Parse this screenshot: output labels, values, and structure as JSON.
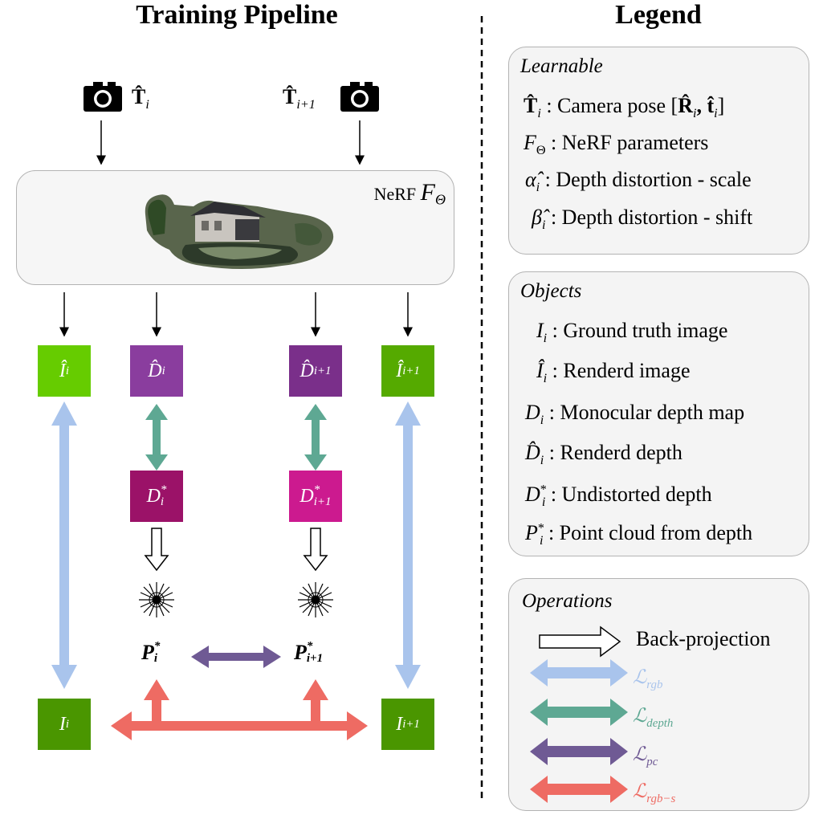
{
  "titles": {
    "pipeline": "Training Pipeline",
    "legend": "Legend"
  },
  "pipeline": {
    "camera_left": "T̂",
    "camera_left_sub": "i",
    "camera_right": "T̂",
    "camera_right_sub": "i+1",
    "nerf_label": "NeRF",
    "nerf_symbol": "F",
    "nerf_symbol_sub": "Θ",
    "nodes": {
      "I_hat_i": {
        "main": "Î",
        "sub": "i",
        "sup": "",
        "color": "#66cc00"
      },
      "D_hat_i": {
        "main": "D̂",
        "sub": "i",
        "sup": "",
        "color": "#8a3d9e"
      },
      "D_hat_i1": {
        "main": "D̂",
        "sub": "i+1",
        "sup": "",
        "color": "#7a2f8a"
      },
      "I_hat_i1": {
        "main": "Î",
        "sub": "i+1",
        "sup": "",
        "color": "#55aa00"
      },
      "D_star_i": {
        "main": "D",
        "sub": "i",
        "sup": "*",
        "color": "#9b1268"
      },
      "D_star_i1": {
        "main": "D",
        "sub": "i+1",
        "sup": "*",
        "color": "#cc1a8f"
      },
      "P_star_i": {
        "main": "P",
        "sub": "i",
        "sup": "*"
      },
      "P_star_i1": {
        "main": "P",
        "sub": "i+1",
        "sup": "*"
      },
      "I_i": {
        "main": "I",
        "sub": "i",
        "sup": "",
        "color": "#4a9600"
      },
      "I_i1": {
        "main": "I",
        "sub": "i+1",
        "sup": "",
        "color": "#4a9600"
      }
    }
  },
  "legend": {
    "learnable": {
      "title": "Learnable",
      "rows": [
        {
          "sym": "T̂",
          "sub": "i",
          "text": " : Camera pose [",
          "tail": "R̂",
          "tail_sub": "i",
          "tail2": ", t̂",
          "tail2_sub": "i",
          "tail3": "]"
        },
        {
          "sym": "F",
          "sub": "Θ",
          "text": " : NeRF parameters"
        },
        {
          "sym": "α̂",
          "sub": "i",
          "text": " : Depth distortion - scale"
        },
        {
          "sym": "β̂",
          "sub": "i",
          "text": " : Depth distortion - shift"
        }
      ]
    },
    "objects": {
      "title": "Objects",
      "rows": [
        {
          "sym": "I",
          "sub": "i",
          "sup": "",
          "text": " : Ground truth image"
        },
        {
          "sym": "Î",
          "sub": "i",
          "sup": "",
          "text": " : Renderd image"
        },
        {
          "sym": "D",
          "sub": "i",
          "sup": "",
          "text": " : Monocular depth map"
        },
        {
          "sym": "D̂",
          "sub": "i",
          "sup": "",
          "text": " : Renderd depth"
        },
        {
          "sym": "D",
          "sub": "i",
          "sup": "*",
          "text": " : Undistorted depth"
        },
        {
          "sym": "P",
          "sub": "i",
          "sup": "*",
          "text": " : Point cloud from depth"
        }
      ]
    },
    "operations": {
      "title": "Operations",
      "backprojection": "Back-projection",
      "losses": [
        {
          "name": "ℒ",
          "sub": "rgb",
          "color": "#a9c4ec"
        },
        {
          "name": "ℒ",
          "sub": "depth",
          "color": "#5ea893"
        },
        {
          "name": "ℒ",
          "sub": "pc",
          "color": "#6f5a94"
        },
        {
          "name": "ℒ",
          "sub": "rgb−s",
          "color": "#ee6b63"
        }
      ]
    }
  },
  "colors": {
    "rgb_loss": "#a9c4ec",
    "depth_loss": "#5ea893",
    "pc_loss": "#6f5a94",
    "rgbs_loss": "#ee6b63"
  }
}
